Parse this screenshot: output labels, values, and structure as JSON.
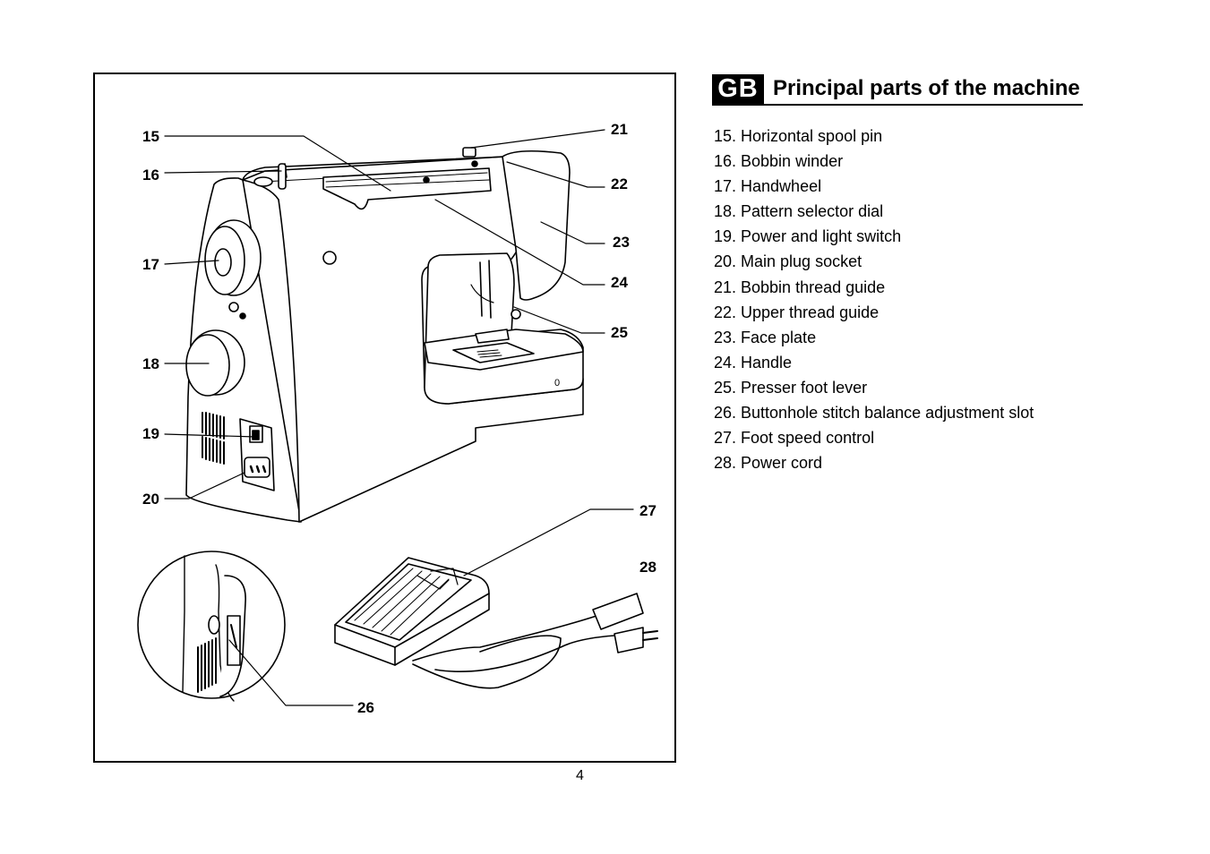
{
  "heading": {
    "language_badge": "GB",
    "title": "Principal parts of the machine"
  },
  "callouts": {
    "c15": "15",
    "c16": "16",
    "c17": "17",
    "c18": "18",
    "c19": "19",
    "c20": "20",
    "c21": "21",
    "c22": "22",
    "c23": "23",
    "c24": "24",
    "c25": "25",
    "c26": "26",
    "c27": "27",
    "c28": "28"
  },
  "parts": [
    "15. Horizontal spool pin",
    "16. Bobbin winder",
    "17. Handwheel",
    "18. Pattern selector dial",
    "19. Power and light switch",
    "20. Main plug socket",
    "21. Bobbin thread guide",
    "22. Upper thread guide",
    "23. Face plate",
    "24. Handle",
    "25. Presser foot lever",
    "26. Buttonhole stitch balance adjustment slot",
    "27. Foot speed control",
    "28. Power cord"
  ],
  "page_number": "4"
}
